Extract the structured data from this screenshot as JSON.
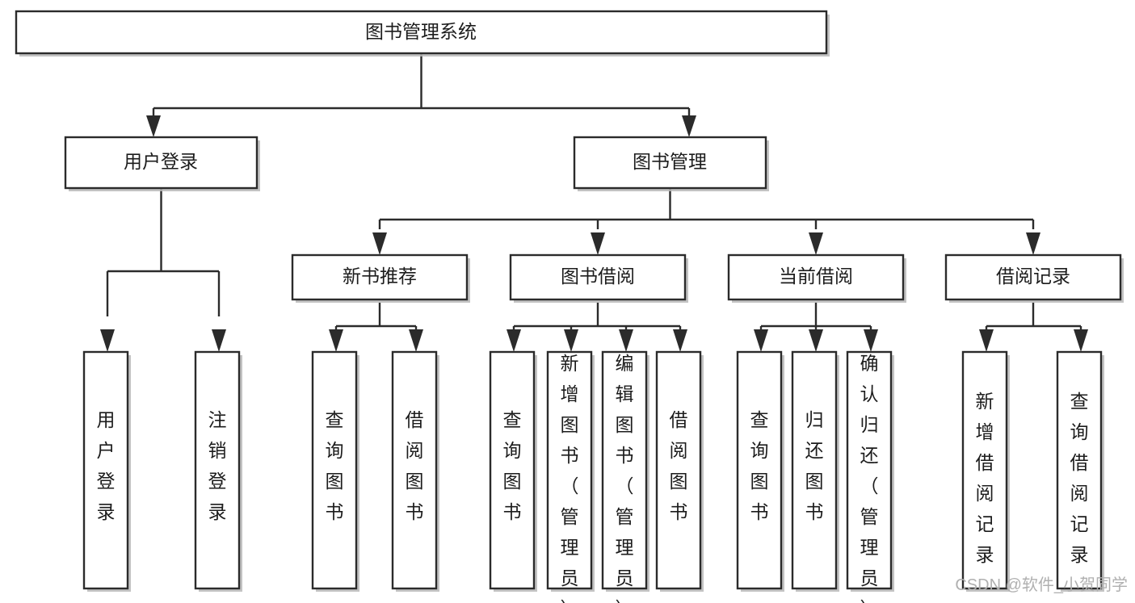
{
  "diagram": {
    "title": "图书管理系统",
    "type": "tree-hierarchy",
    "root": {
      "id": "root",
      "label": "图书管理系统",
      "orientation": "horizontal"
    },
    "level2": [
      {
        "id": "user-login",
        "label": "用户登录",
        "orientation": "horizontal"
      },
      {
        "id": "book-manage",
        "label": "图书管理",
        "orientation": "horizontal"
      }
    ],
    "level3": [
      {
        "id": "new-book-recommend",
        "label": "新书推荐",
        "orientation": "horizontal",
        "parent": "book-manage"
      },
      {
        "id": "book-borrow",
        "label": "图书借阅",
        "orientation": "horizontal",
        "parent": "book-manage"
      },
      {
        "id": "current-borrow",
        "label": "当前借阅",
        "orientation": "horizontal",
        "parent": "book-manage"
      },
      {
        "id": "borrow-record",
        "label": "借阅记录",
        "orientation": "horizontal",
        "parent": "book-manage"
      }
    ],
    "leaves": {
      "user-login": [
        {
          "id": "leaf-user-login",
          "label": "用户登录",
          "orientation": "vertical"
        },
        {
          "id": "leaf-logout",
          "label": "注销登录",
          "orientation": "vertical"
        }
      ],
      "new-book-recommend": [
        {
          "id": "leaf-query-book-1",
          "label": "查询图书",
          "orientation": "vertical"
        },
        {
          "id": "leaf-borrow-book-1",
          "label": "借阅图书",
          "orientation": "vertical"
        }
      ],
      "book-borrow": [
        {
          "id": "leaf-query-book-2",
          "label": "查询图书",
          "orientation": "vertical"
        },
        {
          "id": "leaf-add-book",
          "label": "新增图书（管理员）",
          "orientation": "vertical"
        },
        {
          "id": "leaf-edit-book",
          "label": "编辑图书（管理员）",
          "orientation": "vertical"
        },
        {
          "id": "leaf-borrow-book-2",
          "label": "借阅图书",
          "orientation": "vertical"
        }
      ],
      "current-borrow": [
        {
          "id": "leaf-query-book-3",
          "label": "查询图书",
          "orientation": "vertical"
        },
        {
          "id": "leaf-return-book",
          "label": "归还图书",
          "orientation": "vertical"
        },
        {
          "id": "leaf-confirm-return",
          "label": "确认归还（管理员）",
          "orientation": "vertical"
        }
      ],
      "borrow-record": [
        {
          "id": "leaf-add-record",
          "label": "新增借阅记录",
          "orientation": "vertical"
        },
        {
          "id": "leaf-query-record",
          "label": "查询借阅记录",
          "orientation": "vertical"
        }
      ]
    }
  },
  "watermark": {
    "text": "CSDN @软件_小贺同学"
  },
  "colors": {
    "stroke": "#2b2b2b",
    "fill": "#ffffff",
    "text": "#1c1c1c",
    "shadow": "#b9b9b9",
    "watermark": "#b0b0b0",
    "background": "#ffffff"
  }
}
